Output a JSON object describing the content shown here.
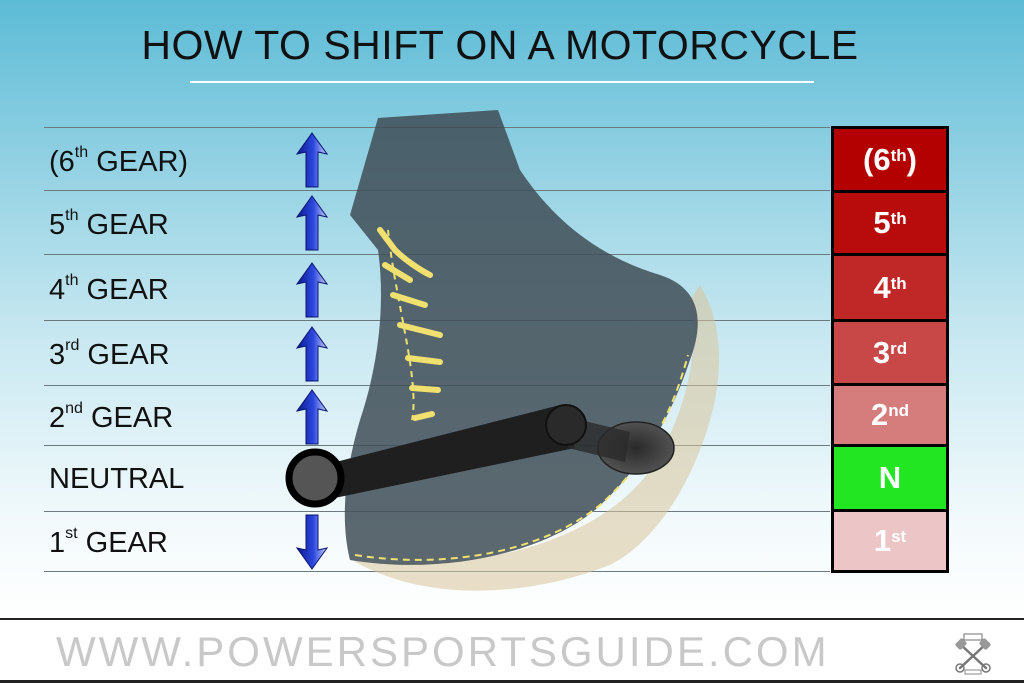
{
  "title": "HOW TO SHIFT ON A MOTORCYCLE",
  "gear_rows": [
    {
      "num": "(6",
      "sup": "th",
      "rest": " GEAR)",
      "direction": "up"
    },
    {
      "num": "5",
      "sup": "th",
      "rest": " GEAR",
      "direction": "up"
    },
    {
      "num": "4",
      "sup": "th",
      "rest": " GEAR",
      "direction": "up"
    },
    {
      "num": "3",
      "sup": "rd",
      "rest": " GEAR",
      "direction": "up"
    },
    {
      "num": "2",
      "sup": "nd",
      "rest": " GEAR",
      "direction": "up"
    },
    {
      "num": "NEUTRAL",
      "sup": "",
      "rest": "",
      "direction": "none"
    },
    {
      "num": "1",
      "sup": "st",
      "rest": " GEAR",
      "direction": "down"
    }
  ],
  "gear_boxes": [
    {
      "num": "(6",
      "sup": "th",
      "rest": ")",
      "color": "#b30000"
    },
    {
      "num": "5",
      "sup": "th",
      "rest": "",
      "color": "#b80c0c"
    },
    {
      "num": "4",
      "sup": "th",
      "rest": "",
      "color": "#c02828"
    },
    {
      "num": "3",
      "sup": "rd",
      "rest": "",
      "color": "#c84848"
    },
    {
      "num": "2",
      "sup": "nd",
      "rest": "",
      "color": "#d57c7c"
    },
    {
      "num": "N",
      "sup": "",
      "rest": "",
      "color": "#22e622"
    },
    {
      "num": "1",
      "sup": "st",
      "rest": "",
      "color": "#ecc6c6"
    }
  ],
  "footer": {
    "url": "WWW.POWERSPORTSGUIDE.COM"
  },
  "icons": {
    "up_arrow": "up-arrow-icon",
    "down_arrow": "down-arrow-icon",
    "boot": "boot-illustration",
    "shift_lever": "shift-lever",
    "logo": "pistons-logo-icon"
  },
  "colors": {
    "arrow": "#1b2fb8",
    "boot": "#3f4e57",
    "laces": "#f0e070",
    "lever": "#1f1f1f",
    "neutral": "#22e622"
  }
}
